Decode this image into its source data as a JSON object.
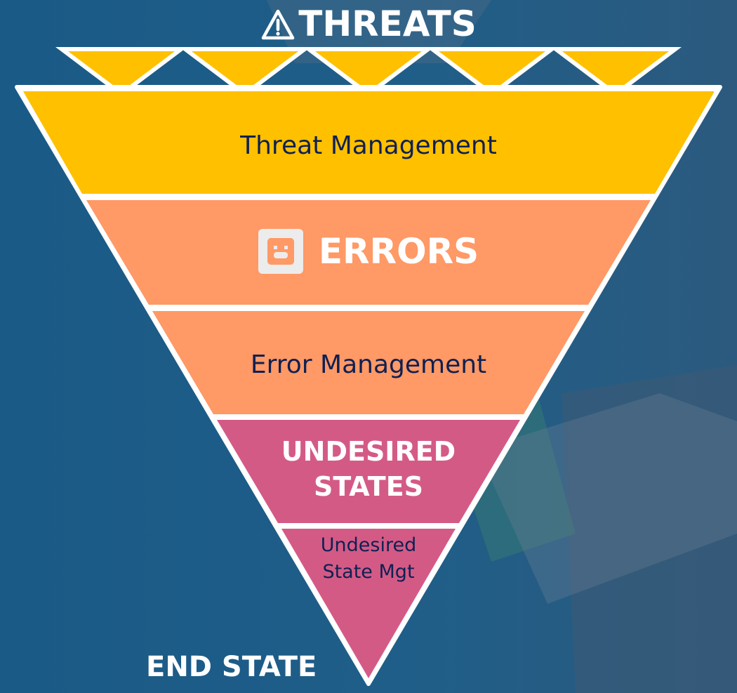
{
  "header": {
    "title": "THREATS",
    "icon": "warning-triangle-icon"
  },
  "levels": [
    {
      "id": "threat-management",
      "label": "Threat Management",
      "color": "#ffc000"
    },
    {
      "id": "errors",
      "label": "ERRORS",
      "icon": "error-face-icon",
      "color": "#ff9966"
    },
    {
      "id": "error-management",
      "label": "Error Management",
      "color": "#ff9966"
    },
    {
      "id": "undesired-states",
      "label": "UNDESIRED STATES",
      "color": "#d45a86"
    },
    {
      "id": "undesired-state-management",
      "label": "Undesired State Mgt",
      "color": "#d45a86"
    }
  ],
  "threat_markers": {
    "count": 5,
    "color": "#ffc000"
  },
  "footer": {
    "end_label": "END STATE"
  },
  "colors": {
    "background": "#1a5a86",
    "outline": "#ffffff",
    "dark_text": "#0f2052",
    "light_text": "#ffffff"
  }
}
